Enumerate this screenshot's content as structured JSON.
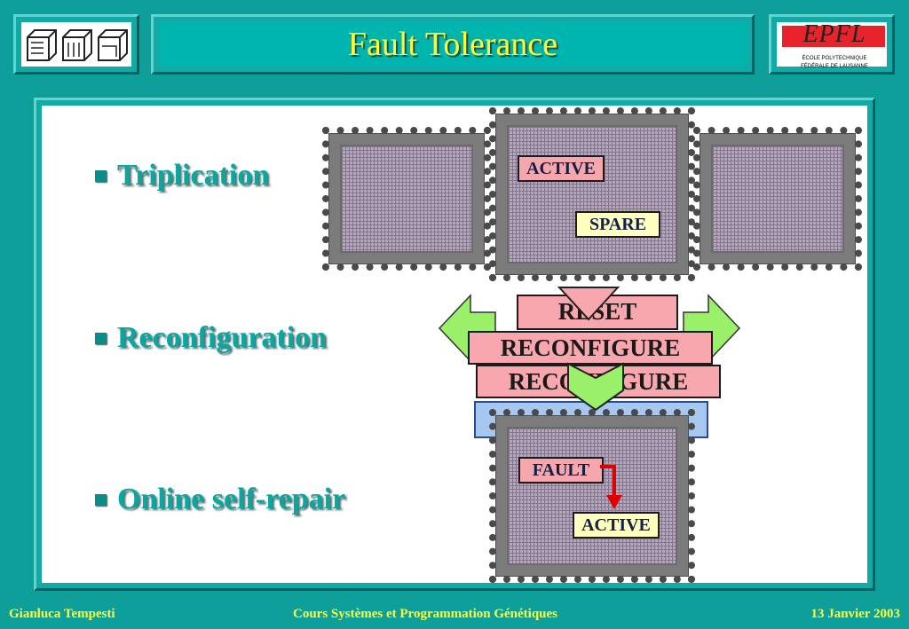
{
  "header": {
    "title": "Fault Tolerance",
    "epfl_logo": {
      "word": "EPFL",
      "line1": "ÉCOLE POLYTECHNIQUE",
      "line2": "FÉDÉRALE DE LAUSANNE"
    }
  },
  "bullets": [
    "Triplication",
    "Reconfiguration",
    "Online self-repair"
  ],
  "diagram": {
    "top_active": "ACTIVE",
    "top_spare": "SPARE",
    "reset": "RESET",
    "reconfigure_1": "RECONFIGURE",
    "reconfigure_2": "RECONFIGURE",
    "fault": "FAULT",
    "bottom_active": "ACTIVE"
  },
  "footer": {
    "author": "Gianluca Tempesti",
    "course": "Cours  Systèmes et Programmation Génétiques",
    "date": "13 Janvier 2003"
  },
  "colors": {
    "background": "#0f9f9b",
    "title": "#ffff33",
    "bullet": "#0aa6a0",
    "label_pink": "#f6a7ad",
    "arrow_green": "#9bf06a",
    "fault_arrow": "#e00000"
  }
}
